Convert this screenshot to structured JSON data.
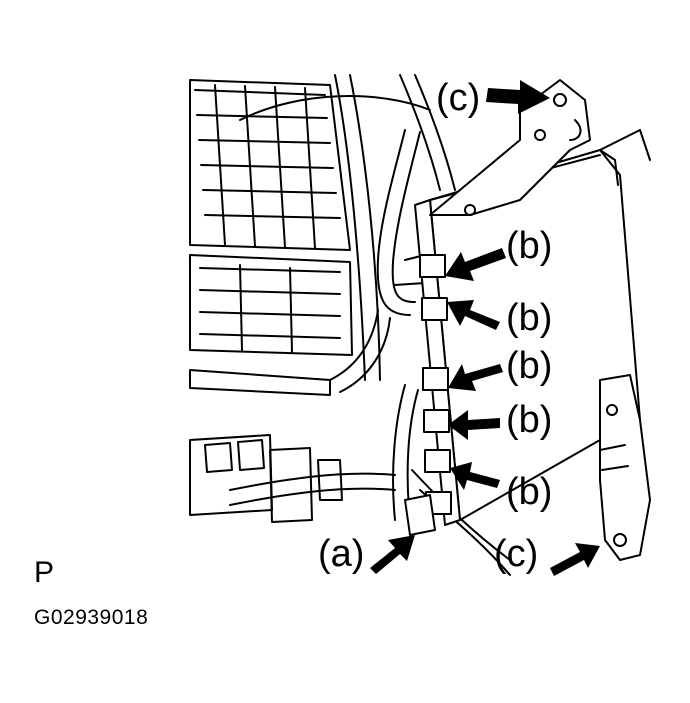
{
  "callouts": {
    "c_top": "(c)",
    "b1": "(b)",
    "b2": "(b)",
    "b3": "(b)",
    "b4": "(b)",
    "b5": "(b)",
    "a": "(a)",
    "c_bottom": "(c)"
  },
  "page_letter": "P",
  "figure_code": "G02939018",
  "colors": {
    "line": "#000000",
    "background": "#ffffff"
  }
}
